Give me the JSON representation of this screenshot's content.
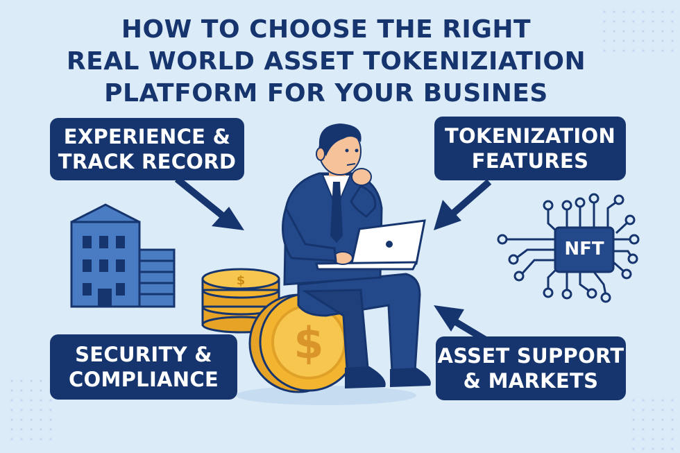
{
  "title": {
    "line1": "HOW TO CHOOSE THE RIGHT",
    "line2": "REAL WORLD ASSET TOKENIZIATION",
    "line3": "PLATFORM FOR YOUR BUSINES"
  },
  "cards": {
    "experience": {
      "line1": "EXPERIENCE &",
      "line2": "TRACK RECORD"
    },
    "features": {
      "line1": "TOKENIZATION",
      "line2": "FEATURES"
    },
    "security": {
      "line1": "SECURITY &",
      "line2": "COMPLIANCE"
    },
    "assets": {
      "line1": "ASSET SUPPORT",
      "line2": "& MARKETS"
    }
  },
  "nft_label": "NFT",
  "colors": {
    "background": "#dcebf8",
    "navy": "#16356e",
    "suit": "#23498a",
    "coin": "#f3b52f",
    "building": "#4a7cc4"
  }
}
